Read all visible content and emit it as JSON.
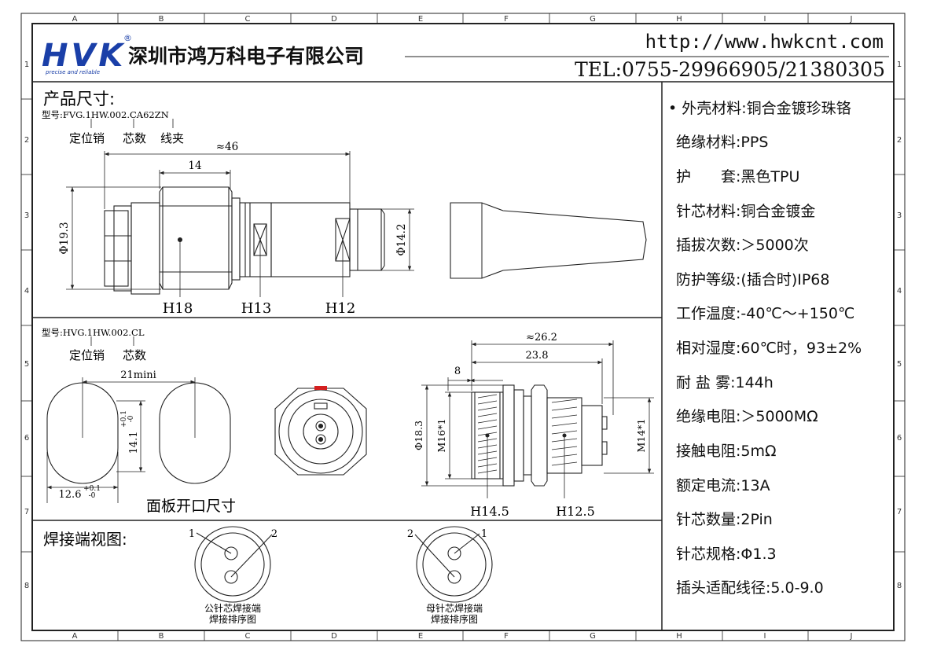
{
  "frame": {
    "columns": [
      "A",
      "B",
      "C",
      "D",
      "E",
      "F",
      "G",
      "H",
      "I",
      "J"
    ],
    "rows": [
      "1",
      "2",
      "3",
      "4",
      "5",
      "6",
      "7",
      "8"
    ]
  },
  "header": {
    "logo_text": "HVK",
    "logo_registered": "®",
    "logo_tagline": "precise and reliable",
    "company_name": "深圳市鸿万科电子有限公司",
    "url": "http://www.hwkcnt.com",
    "tel": "TEL:0755-29966905/21380305"
  },
  "plug_section": {
    "title": "产品尺寸:",
    "model": "型号:FVG.1HW.002.CA62ZN",
    "model_parts": [
      "定位销",
      "芯数",
      "线夹"
    ],
    "dims": {
      "overall": "≈46",
      "body": "14",
      "dia_left": "Φ19.3",
      "dia_right": "Φ14.2"
    },
    "hex_labels": [
      "H18",
      "H13",
      "H12"
    ]
  },
  "socket_section": {
    "model": "型号:HVG.1HW.002.CL",
    "model_parts": [
      "定位销",
      "芯数"
    ],
    "cutout": {
      "spacing": "21mini",
      "height": "14.1",
      "height_tol": "+0.1\n-0",
      "width": "12.6",
      "width_tol": "+0.1\n-0",
      "caption": "面板开口尺寸"
    },
    "dims": {
      "overall": "≈26.2",
      "length": "23.8",
      "front": "8",
      "dia": "Φ18.3",
      "thread_front": "M16*1",
      "thread_back": "M14*1"
    },
    "hex_labels": [
      "H14.5",
      "H12.5"
    ]
  },
  "solder_section": {
    "title": "焊接端视图:",
    "male": {
      "caption_1": "公针芯焊接端",
      "caption_2": "焊接排序图",
      "pin_left": "1",
      "pin_right": "2"
    },
    "female": {
      "caption_1": "母针芯焊接端",
      "caption_2": "焊接排序图",
      "pin_left": "2",
      "pin_right": "1"
    }
  },
  "specs": [
    "• 外壳材料:铜合金镀珍珠铬",
    "绝缘材料:PPS",
    "护　　套:黑色TPU",
    "针芯材料:铜合金镀金",
    "插拔次数:＞5000次",
    "防护等级:(插合时)IP68",
    "工作温度:-40℃～+150℃",
    "相对湿度:60℃时，93±2%",
    "耐 盐 雾:144h",
    "绝缘电阻:＞5000MΩ",
    "接触电阻:5mΩ",
    "额定电流:13A",
    "针芯数量:2Pin",
    "针芯规格:Φ1.3",
    "插头适配线径:5.0-9.0"
  ],
  "colors": {
    "logo_blue": "#1a3fa8",
    "line": "#222222",
    "red_mark": "#d42020"
  }
}
